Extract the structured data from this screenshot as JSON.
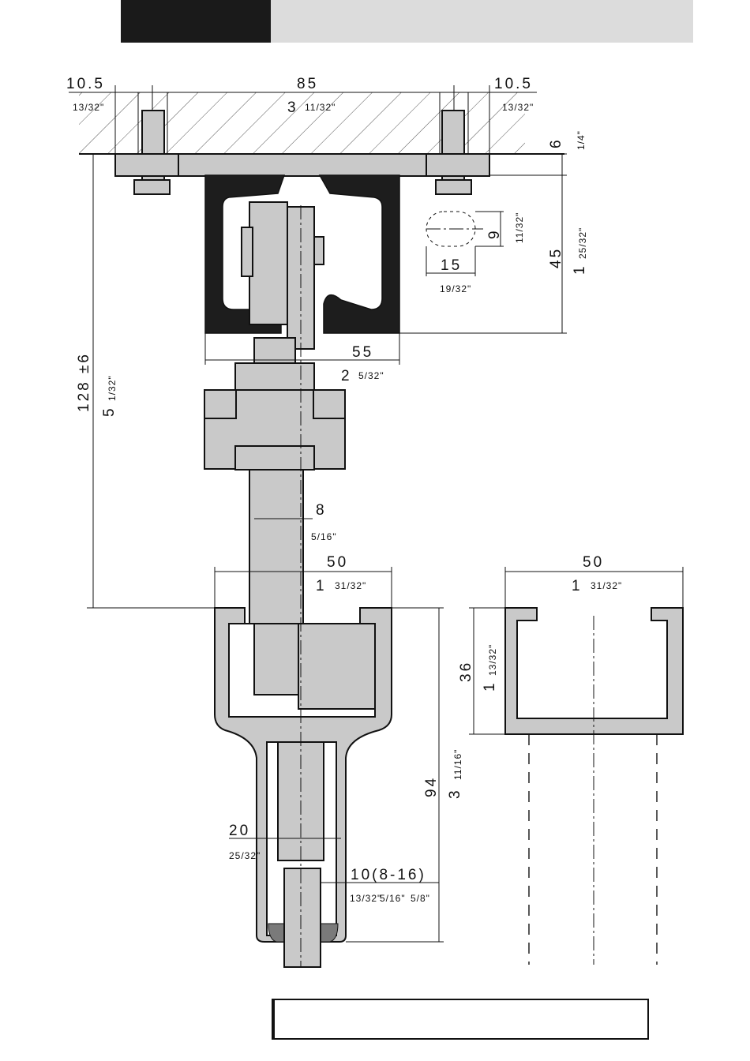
{
  "header": {
    "accent_color": "#1a1a1a",
    "band_color": "#dcdcdc"
  },
  "dimensions": {
    "top_left_mm": "10.5",
    "top_left_in": "13/32\"",
    "top_center_mm": "85",
    "top_center_in_whole": "3",
    "top_center_in_frac": "11/32\"",
    "top_right_mm": "10.5",
    "top_right_in": "13/32\"",
    "plate_mm": "6",
    "plate_in": "1/4\"",
    "slot_h_mm": "9",
    "slot_h_in": "11/32\"",
    "slot_w_mm": "15",
    "slot_w_in": "19/32\"",
    "track_h_mm": "45",
    "track_h_in_whole": "1",
    "track_h_in_frac": "25/32\"",
    "track_w_mm": "55",
    "track_w_in_whole": "2",
    "track_w_in_frac": "5/32\"",
    "total_h_mm": "128 ±6",
    "total_h_in_whole": "5",
    "total_h_in_frac": "1/32\"",
    "bolt_mm": "8",
    "bolt_in": "5/16\"",
    "clamp_w_mm": "50",
    "clamp_w_in_whole": "1",
    "clamp_w_in_frac": "31/32\"",
    "clamp_h_mm": "94",
    "clamp_h_in_whole": "3",
    "clamp_h_in_frac": "11/16\"",
    "gap_mm": "20",
    "gap_in": "25/32\"",
    "glass_mm": "10(8-16)",
    "glass_in_a": "13/32\"",
    "glass_in_b": "5/16\"",
    "glass_in_c": "5/8\"",
    "channel_w_mm": "50",
    "channel_w_in_whole": "1",
    "channel_w_in_frac": "31/32\"",
    "channel_h_mm": "36",
    "channel_h_in_whole": "1",
    "channel_h_in_frac": "13/32\""
  }
}
